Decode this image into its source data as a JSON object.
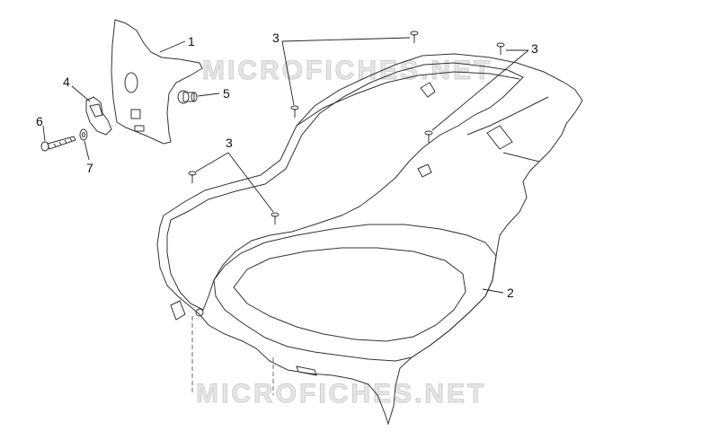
{
  "watermark": "MICROFICHES.NET",
  "callouts": {
    "c1": "1",
    "c2": "2",
    "c3a": "3",
    "c3b": "3",
    "c3c": "3",
    "c4": "4",
    "c5": "5",
    "c6": "6",
    "c7": "7"
  }
}
